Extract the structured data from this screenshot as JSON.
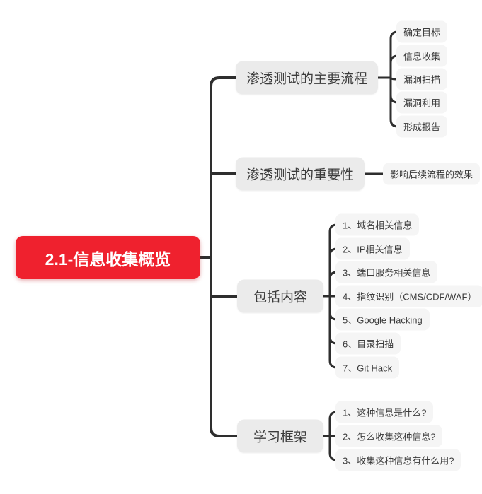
{
  "root": {
    "label": "2.1-信息收集概览"
  },
  "branches": [
    {
      "label": "渗透测试的主要流程",
      "children": [
        "确定目标",
        "信息收集",
        "漏洞扫描",
        "漏洞利用",
        "形成报告"
      ]
    },
    {
      "label": "渗透测试的重要性",
      "children": [
        "影响后续流程的效果"
      ]
    },
    {
      "label": "包括内容",
      "children": [
        "1、域名相关信息",
        "2、IP相关信息",
        "3、端口服务相关信息",
        "4、指纹识别（CMS/CDF/WAF）",
        "5、Google Hacking",
        "6、目录扫描",
        "7、Git Hack"
      ]
    },
    {
      "label": "学习框架",
      "children": [
        "1、这种信息是什么?",
        "2、怎么收集这种信息?",
        "3、收集这种信息有什么用?"
      ]
    }
  ],
  "colors": {
    "root_bg": "#EF212E",
    "root_text": "#FFFFFF",
    "branch_bg": "#EBEBEB",
    "child_bg": "#F5F5F5",
    "node_text": "#3C3C3C",
    "line": "#2E2E2E",
    "background": "#FFFFFF"
  }
}
